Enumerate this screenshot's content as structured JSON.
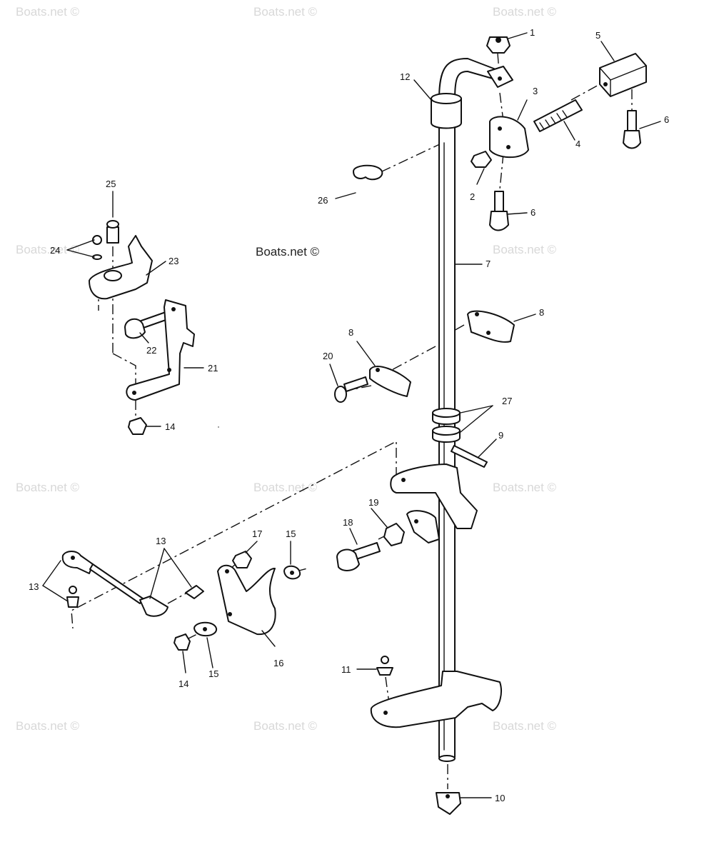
{
  "watermark": "Boats.net ©",
  "brand_mark": "Boats.net ©",
  "callouts": {
    "c1": "1",
    "c2": "2",
    "c3": "3",
    "c4": "4",
    "c5": "5",
    "c6a": "6",
    "c6b": "6",
    "c7": "7",
    "c8a": "8",
    "c8b": "8",
    "c9": "9",
    "c10": "10",
    "c11": "11",
    "c12": "12",
    "c13a": "13",
    "c13b": "13",
    "c14a": "14",
    "c14b": "14",
    "c15a": "15",
    "c15b": "15",
    "c16": "16",
    "c17": "17",
    "c18": "18",
    "c19": "19",
    "c20": "20",
    "c21": "21",
    "c22": "22",
    "c23": "23",
    "c24": "24",
    "c25": "25",
    "c26": "26",
    "c27": "27"
  }
}
